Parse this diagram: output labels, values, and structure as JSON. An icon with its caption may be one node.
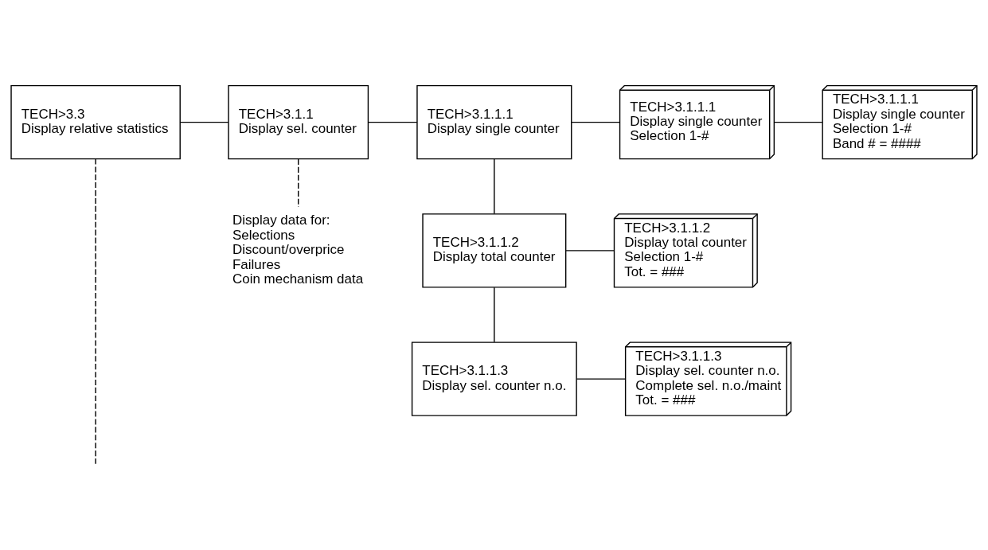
{
  "diagram": {
    "nodes": [
      {
        "text": [
          "TECH>3.3",
          "Display relative statistics"
        ]
      },
      {
        "text": [
          "TECH>3.1.1",
          "Display sel. counter"
        ]
      },
      {
        "text": [
          "TECH>3.1.1.1",
          "Display single counter"
        ]
      },
      {
        "text": [
          "TECH>3.1.1.1",
          "Display single counter",
          "Selection 1-#"
        ]
      },
      {
        "text": [
          "TECH>3.1.1.1",
          "Display single counter",
          "Selection 1-#",
          "Band # = ####"
        ]
      },
      {
        "text": [
          "TECH>3.1.1.2",
          "Display total counter"
        ]
      },
      {
        "text": [
          "TECH>3.1.1.2",
          "Display total counter",
          "Selection 1-#",
          "Tot. = ###"
        ]
      },
      {
        "text": [
          "TECH>3.1.1.3",
          "Display sel. counter n.o."
        ]
      },
      {
        "text": [
          "TECH>3.1.1.3",
          "Display sel. counter n.o.",
          "Complete sel. n.o./maint",
          "Tot. = ###"
        ]
      },
      {
        "text": [
          "Display data for:",
          "Selections",
          "Discount/overprice",
          "Failures",
          "Coin mechanism data"
        ]
      }
    ],
    "edges": [
      {
        "from": 0,
        "to": 1,
        "arrow": "none"
      },
      {
        "from": 1,
        "to": 2,
        "arrow": "none"
      },
      {
        "from": 2,
        "to": 3,
        "arrow": "none"
      },
      {
        "from": 3,
        "to": 4,
        "arrow": "none"
      },
      {
        "from": 2,
        "to": 5,
        "arrow": "none"
      },
      {
        "from": 5,
        "to": 6,
        "arrow": "none"
      },
      {
        "from": 5,
        "to": 7,
        "arrow": "none"
      },
      {
        "from": 7,
        "to": 8,
        "arrow": "none"
      },
      {
        "from": 1,
        "to": 9,
        "arrow": "none",
        "style": "dashed"
      },
      {
        "from": 0,
        "to": null,
        "arrow": "none",
        "style": "dashed"
      }
    ]
  }
}
